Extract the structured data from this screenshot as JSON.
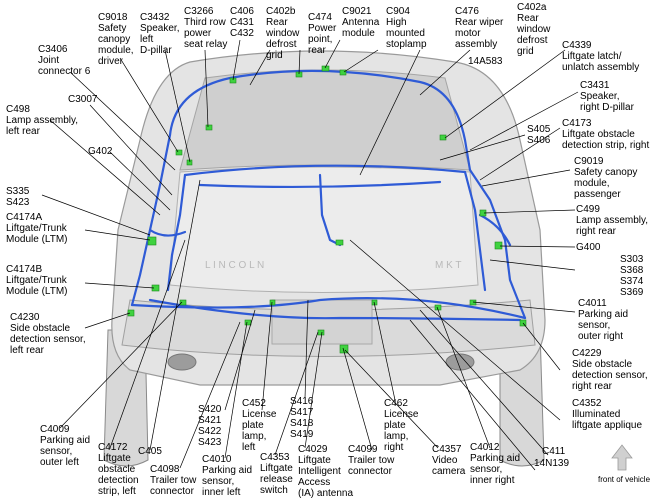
{
  "labels": [
    {
      "id": "c9018",
      "text": "C9018\nSafety\ncanopy\nmodule,\ndriver"
    },
    {
      "id": "c3432",
      "text": "C3432\nSpeaker,\nleft\nD-pillar"
    },
    {
      "id": "c3266",
      "text": "C3266\nThird row\npower\nseat relay"
    },
    {
      "id": "c406",
      "text": "C406\nC431\nC432"
    },
    {
      "id": "c402b",
      "text": "C402b\nRear\nwindow\ndefrost\ngrid"
    },
    {
      "id": "c474",
      "text": "C474\nPower\npoint,\nrear"
    },
    {
      "id": "c9021",
      "text": "C9021\nAntenna\nmodule"
    },
    {
      "id": "c904",
      "text": "C904\nHigh\nmounted\nstoplamp"
    },
    {
      "id": "c476",
      "text": "C476\nRear wiper\nmotor\nassembly"
    },
    {
      "id": "c402a",
      "text": "C402a\nRear\nwindow\ndefrost\ngrid"
    },
    {
      "id": "c4339",
      "text": "C4339\nLiftgate latch/\nunlatch assembly"
    },
    {
      "id": "n14a583",
      "text": "14A583"
    },
    {
      "id": "c3406",
      "text": "C3406\nJoint\nconnector 6"
    },
    {
      "id": "c3007",
      "text": "C3007"
    },
    {
      "id": "c498",
      "text": "C498\nLamp assembly,\nleft rear"
    },
    {
      "id": "c3431",
      "text": "C3431\nSpeaker,\nright D-pillar"
    },
    {
      "id": "c4173",
      "text": "C4173\nLiftgate obstacle\ndetection strip, right"
    },
    {
      "id": "s405",
      "text": "S405\nS406"
    },
    {
      "id": "g402",
      "text": "G402"
    },
    {
      "id": "c9019",
      "text": "C9019\nSafety canopy\nmodule,\npassenger"
    },
    {
      "id": "s335",
      "text": "S335\nS423"
    },
    {
      "id": "c4174a",
      "text": "C4174A\nLiftgate/Trunk\nModule (LTM)"
    },
    {
      "id": "c499",
      "text": "C499\nLamp assembly,\nright rear"
    },
    {
      "id": "g400",
      "text": "G400"
    },
    {
      "id": "s303",
      "text": "S303\nS368\nS374\nS369"
    },
    {
      "id": "c4174b",
      "text": "C4174B\nLiftgate/Trunk\nModule (LTM)"
    },
    {
      "id": "c4011",
      "text": "C4011\nParking aid\nsensor,\nouter right"
    },
    {
      "id": "c4230",
      "text": "C4230\nSide obstacle\ndetection sensor,\nleft rear"
    },
    {
      "id": "c4229",
      "text": "C4229\nSide obstacle\ndetection sensor,\nright rear"
    },
    {
      "id": "s420",
      "text": "S420\nS421\nS422\nS423"
    },
    {
      "id": "c452",
      "text": "C452\nLicense\nplate\nlamp,\nleft"
    },
    {
      "id": "s416",
      "text": "S416\nS417\nS418\nS419"
    },
    {
      "id": "c462",
      "text": "C462\nLicense\nplate\nlamp,\nright"
    },
    {
      "id": "c4352",
      "text": "C4352\nIlluminated\nliftgate applique"
    },
    {
      "id": "c4009",
      "text": "C4009\nParking aid\nsensor,\nouter left"
    },
    {
      "id": "c411",
      "text": "C411"
    },
    {
      "id": "c4172",
      "text": "C4172\nLiftgate\nobstacle\ndetection\nstrip, left"
    },
    {
      "id": "c405",
      "text": "C405"
    },
    {
      "id": "c4098",
      "text": "C4098\nTrailer tow\nconnector"
    },
    {
      "id": "c4010",
      "text": "C4010\nParking aid\nsensor,\ninner left"
    },
    {
      "id": "c4353",
      "text": "C4353\nLiftgate\nrelease\nswitch"
    },
    {
      "id": "c4029",
      "text": "C4029\nLiftgate\nIntelligent\nAccess\n(IA) antenna"
    },
    {
      "id": "c4099",
      "text": "C4099\nTrailer tow\nconnector"
    },
    {
      "id": "c4357",
      "text": "C4357\nVideo\ncamera"
    },
    {
      "id": "c4012",
      "text": "C4012\nParking aid\nsensor,\ninner right"
    },
    {
      "id": "n14n139",
      "text": "14N139"
    },
    {
      "id": "front",
      "text": "front of vehicle"
    }
  ],
  "colors": {
    "harness": "#2f5bd6",
    "connector": "#3fd23f",
    "body": "#e2e2e2",
    "body_edge": "#9a9a9a",
    "arrow": "#cfcfcf"
  }
}
